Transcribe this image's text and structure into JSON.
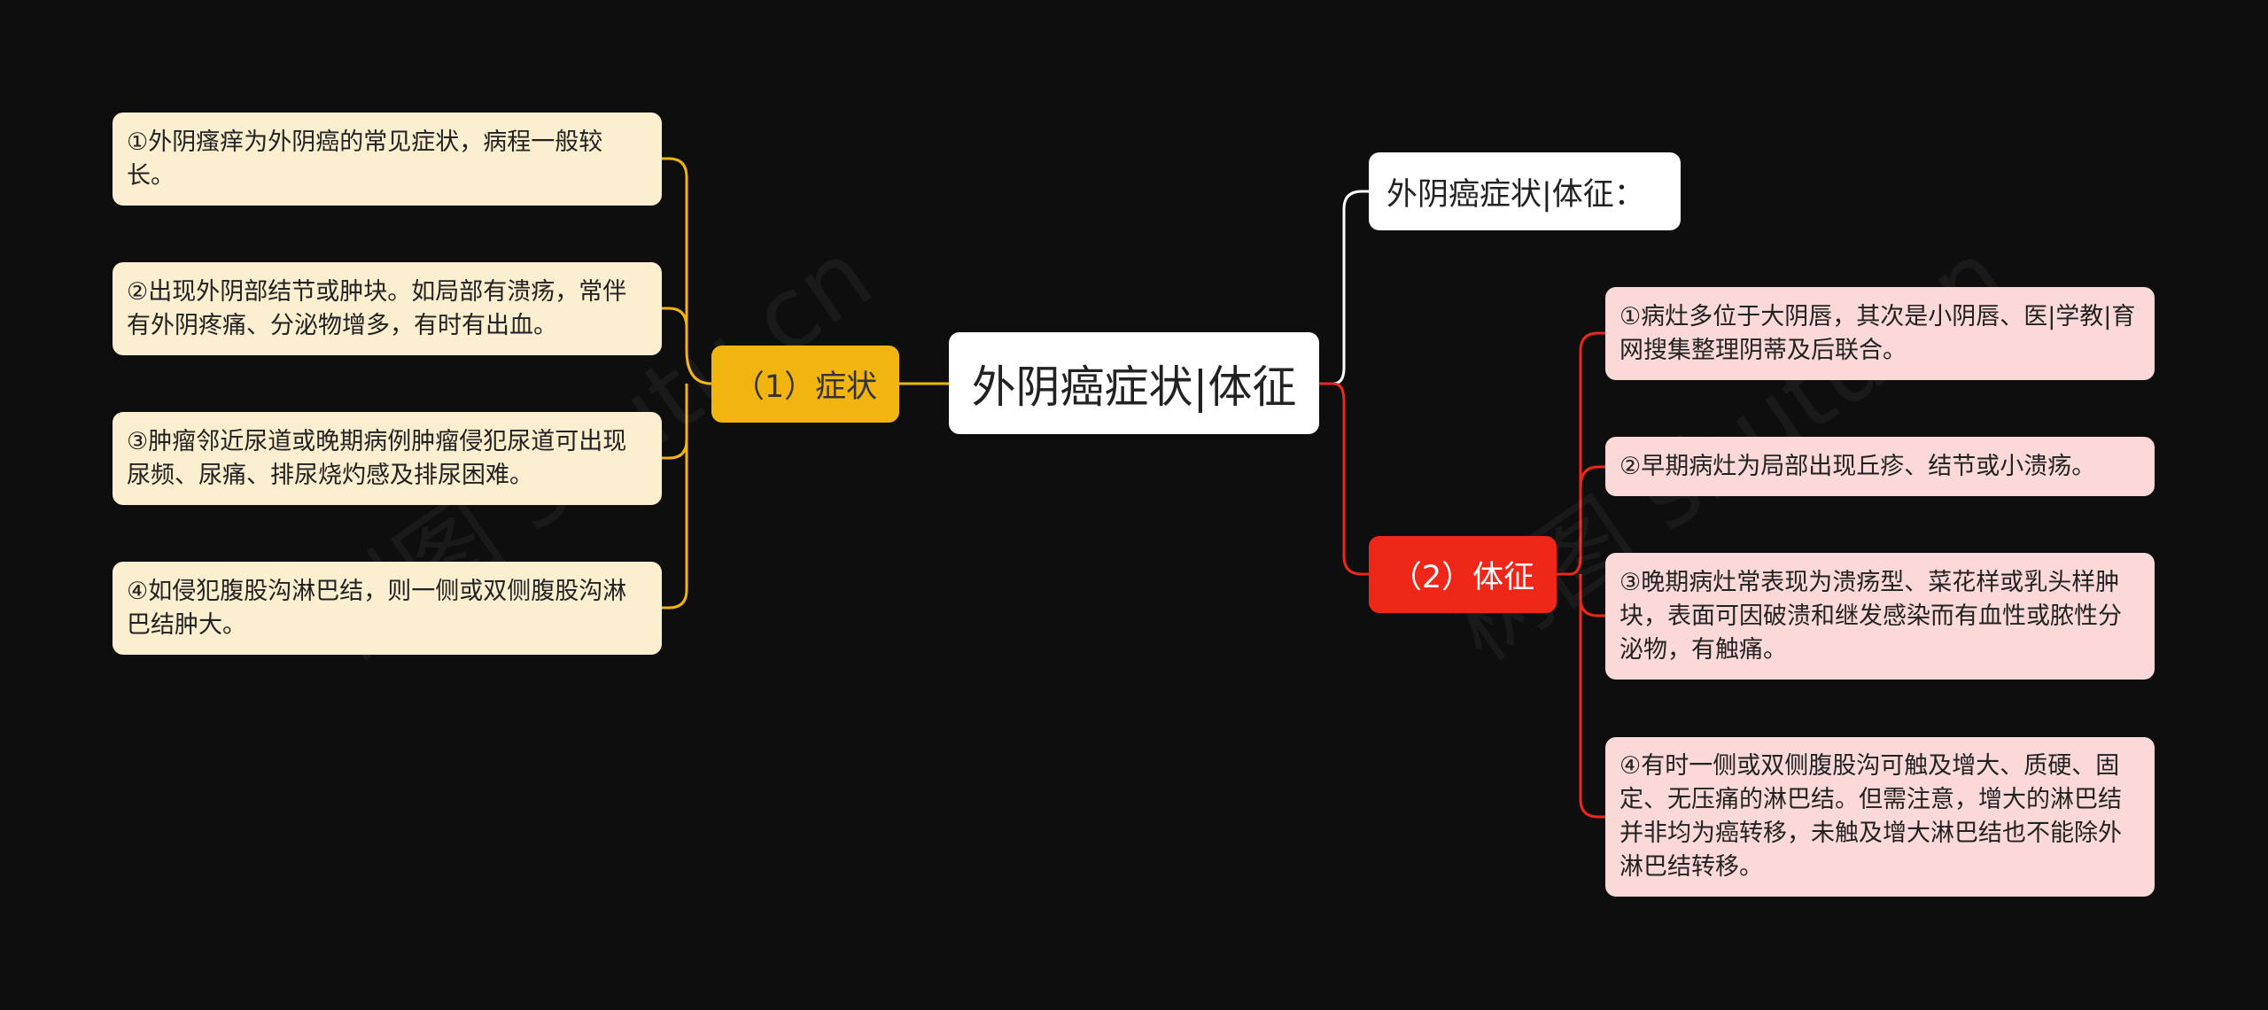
{
  "root": {
    "label": "外阴癌症状|体征"
  },
  "title_node": {
    "label": "外阴癌症状|体征："
  },
  "branches": {
    "symptoms": {
      "label": "（1）症状",
      "color": "#f2b40f"
    },
    "signs": {
      "label": "（2）体征",
      "color": "#ee2719"
    }
  },
  "symptoms_items": [
    "①外阴瘙痒为外阴癌的常见症状，病程一般较长。",
    "②出现外阴部结节或肿块。如局部有溃疡，常伴有外阴疼痛、分泌物增多，有时有出血。",
    "③肿瘤邻近尿道或晚期病例肿瘤侵犯尿道可出现尿频、尿痛、排尿烧灼感及排尿困难。",
    "④如侵犯腹股沟淋巴结，则一侧或双侧腹股沟淋巴结肿大。"
  ],
  "signs_items": [
    "①病灶多位于大阴唇，其次是小阴唇、医|学教|育网搜集整理阴蒂及后联合。",
    "②早期病灶为局部出现丘疹、结节或小溃疡。",
    "③晚期病灶常表现为溃疡型、菜花样或乳头样肿块，表面可因破溃和继发感染而有血性或脓性分泌物，有触痛。",
    "④有时一侧或双侧腹股沟可触及增大、质硬、固定、无压痛的淋巴结。但需注意，增大的淋巴结并非均为癌转移，未触及增大淋巴结也不能除外淋巴结转移。"
  ],
  "watermark": "树图 shutu.cn",
  "colors": {
    "background": "#0e0e0e",
    "yellow_leaf": "#fcefcf",
    "pink_leaf": "#fcd9d9",
    "line_white": "#ffffff",
    "line_yellow": "#f2b40f",
    "line_red": "#ee2719"
  }
}
